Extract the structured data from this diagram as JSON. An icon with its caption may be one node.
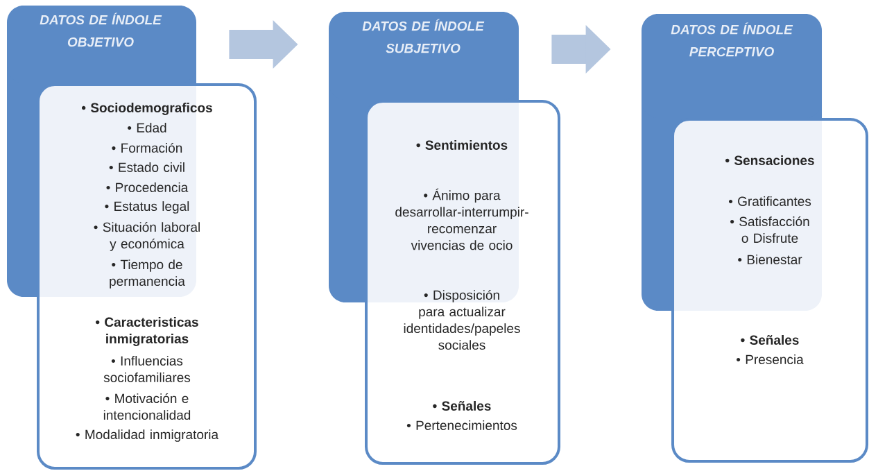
{
  "diagram": {
    "nodes": [
      {
        "text": [
          "DATOS DE ÍNDOLE OBJETIVO"
        ]
      },
      {
        "text": [
          "• Sociodemograficos",
          "• Edad",
          "• Formación",
          "• Estado civil",
          "• Procedencia",
          "• Estatus legal",
          "• Situación laboral y económica",
          "• Tiempo de permanencia",
          "• Caracteristicas inmigratorias",
          "• Influencias sociofamiliares",
          "• Motivación e intencionalidad",
          "• Modalidad inmigratoria"
        ]
      },
      {
        "text": [
          "DATOS DE ÍNDOLE SUBJETIVO"
        ]
      },
      {
        "text": [
          "• Sentimientos",
          "• Ánimo para desarrollar-interrumpir-recomenzar vivencias de ocio",
          "• Disposición para actualizar identidades/papeles sociales",
          "• Señales",
          "• Pertenecimientos"
        ]
      },
      {
        "text": [
          "DATOS DE ÍNDOLE PERCEPTIVO"
        ]
      },
      {
        "text": [
          "• Sensaciones",
          "• Gratificantes",
          "• Satisfacción o Disfrute",
          "• Bienestar",
          "• Señales",
          "• Presencia"
        ]
      }
    ],
    "edges": [
      {
        "from": 0,
        "to": 2,
        "arrow": "to"
      },
      {
        "from": 2,
        "to": 4,
        "arrow": "to"
      }
    ]
  }
}
